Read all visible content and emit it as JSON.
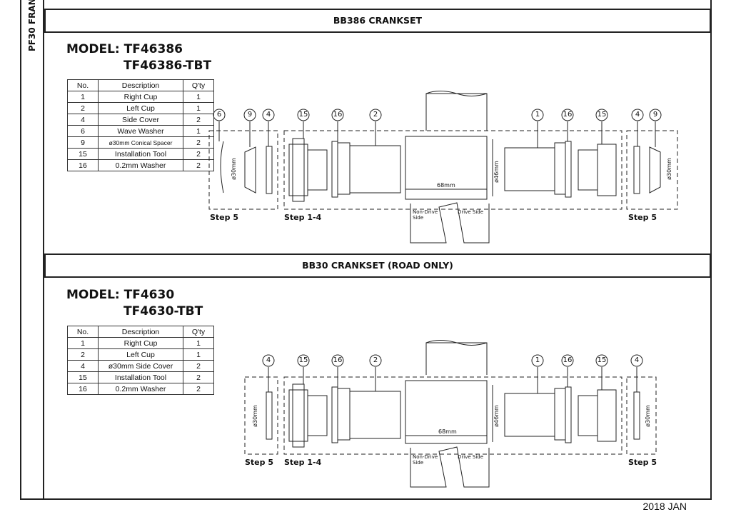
{
  "side_label": "PF30 FRAN",
  "footer_date": "2018 JAN",
  "sections": [
    {
      "title": "BB386 CRANKSET",
      "model_line1": "MODEL: TF46386",
      "model_line2": "TF46386-TBT",
      "table": {
        "headers": [
          "No.",
          "Description",
          "Q'ty"
        ],
        "rows": [
          [
            "1",
            "Right Cup",
            "1"
          ],
          [
            "2",
            "Left Cup",
            "1"
          ],
          [
            "4",
            "Side Cover",
            "2"
          ],
          [
            "6",
            "Wave Washer",
            "1"
          ],
          [
            "9",
            "ø30mm Conical Spacer",
            "2"
          ],
          [
            "15",
            "Installation Tool",
            "2"
          ],
          [
            "16",
            "0.2mm Washer",
            "2"
          ]
        ]
      },
      "diagram": {
        "callouts_left": [
          "6",
          "9",
          "4"
        ],
        "callouts_main_left": [
          "15",
          "16",
          "2"
        ],
        "callouts_main_right": [
          "1",
          "16",
          "15"
        ],
        "callouts_right": [
          "4",
          "9"
        ],
        "step_left": "Step 5",
        "step_main": "Step 1-4",
        "step_right": "Step 5",
        "dim_width": "68mm",
        "dim_diameter": "ø46mm",
        "dim_small": "ø30mm",
        "non_drive_side": "Non-Drive Side",
        "drive_side": "Drive Side"
      }
    },
    {
      "title": "BB30 CRANKSET (ROAD ONLY)",
      "model_line1": "MODEL: TF4630",
      "model_line2": "TF4630-TBT",
      "table": {
        "headers": [
          "No.",
          "Description",
          "Q'ty"
        ],
        "rows": [
          [
            "1",
            "Right Cup",
            "1"
          ],
          [
            "2",
            "Left Cup",
            "1"
          ],
          [
            "4",
            "ø30mm Side Cover",
            "2"
          ],
          [
            "15",
            "Installation Tool",
            "2"
          ],
          [
            "16",
            "0.2mm Washer",
            "2"
          ]
        ]
      },
      "diagram": {
        "callouts_left": [
          "4"
        ],
        "callouts_main_left": [
          "15",
          "16",
          "2"
        ],
        "callouts_main_right": [
          "1",
          "16",
          "15"
        ],
        "callouts_right": [
          "4"
        ],
        "step_left": "Step 5",
        "step_main": "Step 1-4",
        "step_right": "Step 5",
        "dim_width": "68mm",
        "dim_diameter": "ø46mm",
        "dim_small": "ø30mm",
        "non_drive_side": "Non-Drive Side",
        "drive_side": "Drive Side"
      }
    }
  ]
}
